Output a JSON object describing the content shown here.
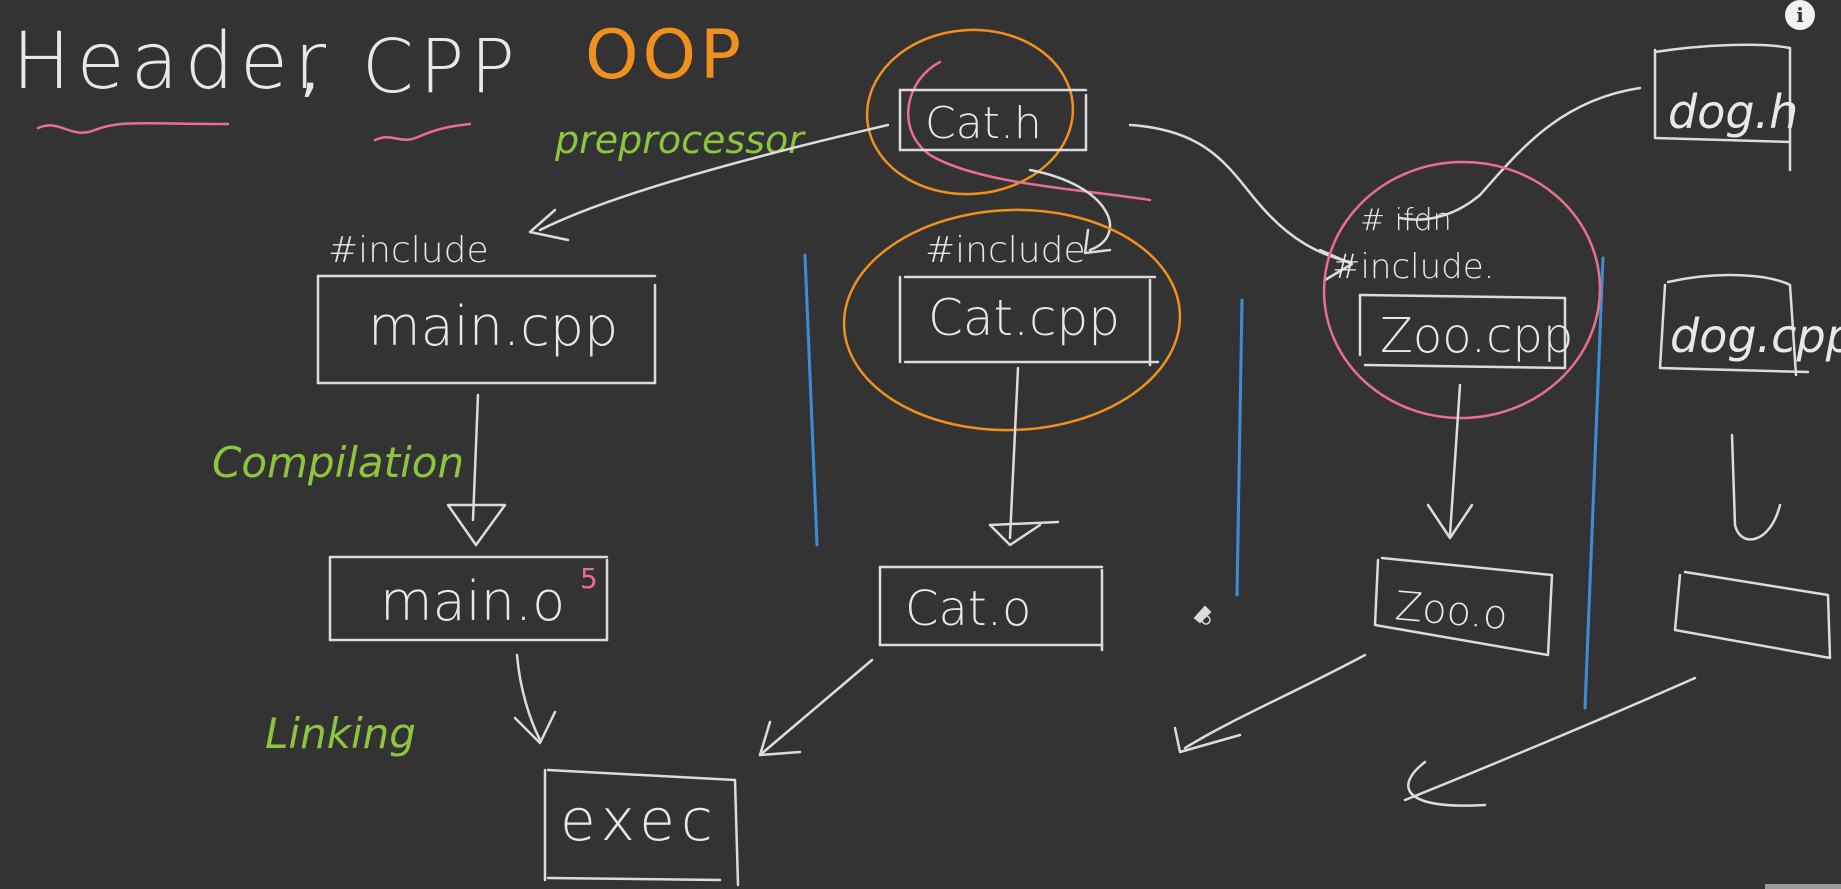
{
  "title": {
    "header": "Header",
    "comma": ",",
    "cpp": "CPP",
    "oop": "OOP"
  },
  "labels": {
    "preprocessor": "preprocessor",
    "compilation": "Compilation",
    "linking": "Linking",
    "include_main": "#include",
    "include_cat": "#include",
    "include_zoo_1": "# ifdn",
    "include_zoo_2": "#include.",
    "sup_s": "5"
  },
  "files": {
    "cat_h": "Cat.h",
    "dog_h": "dog.h",
    "main_cpp": "main.cpp",
    "cat_cpp": "Cat.cpp",
    "zoo_cpp": "Zoo.cpp",
    "dog_cpp": "dog.cpp",
    "main_o": "main.o",
    "cat_o": "Cat.o",
    "zoo_o": "Zoo.o",
    "exec": "exec"
  },
  "colors": {
    "background": "#333333",
    "chalk_white": "#dcdcdc",
    "orange": "#f0901e",
    "pink": "#e8708a",
    "green": "#8cc63f",
    "blue": "#3a8fd8"
  },
  "overlay": {
    "info_icon": "i"
  }
}
